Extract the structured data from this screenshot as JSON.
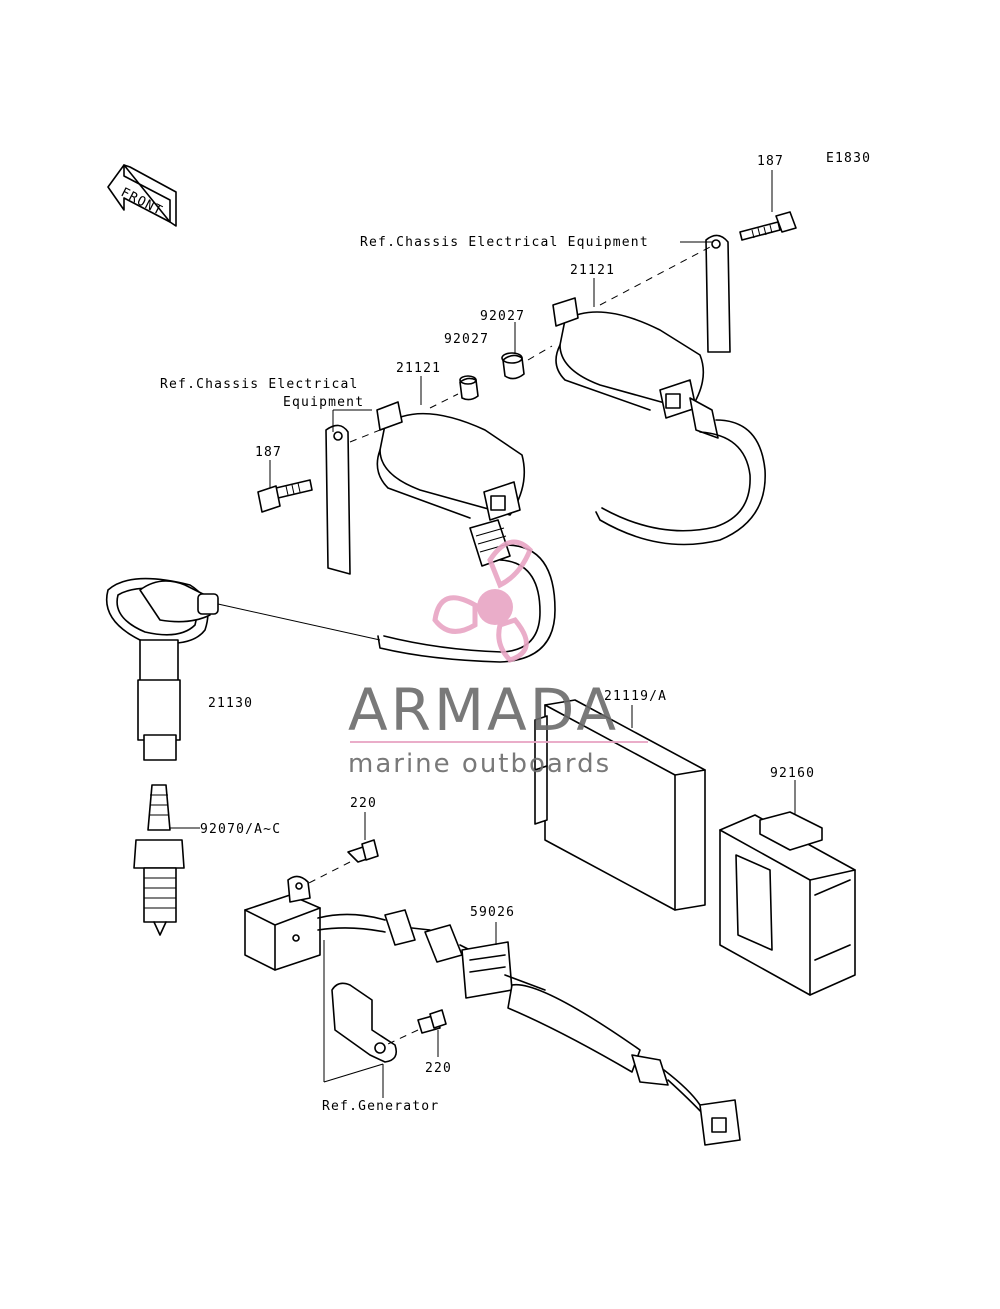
{
  "diagram_code": "E1830",
  "front_marker": "FRONT",
  "labels": {
    "bolt_187_top": "187",
    "ref_chassis_top": "Ref.Chassis Electrical Equipment",
    "coil_21121_right": "21121",
    "cap_92027_a": "92027",
    "cap_92027_b": "92027",
    "ref_chassis_left_line1": "Ref.Chassis Electrical",
    "ref_chassis_left_line2": "Equipment",
    "coil_21121_left": "21121",
    "bolt_187_left": "187",
    "plug_cap_21130": "21130",
    "igniter_21119": "21119/A",
    "bracket_92160": "92160",
    "screw_220_top": "220",
    "spark_plug": "92070/A~C",
    "clamp_59026": "59026",
    "screw_220_bottom": "220",
    "ref_generator": "Ref.Generator"
  },
  "watermark": {
    "brand": "ARMADA",
    "tagline": "marine outboards",
    "brand_color": "#6b6b6b",
    "accent_color": "#e8a5c4"
  }
}
